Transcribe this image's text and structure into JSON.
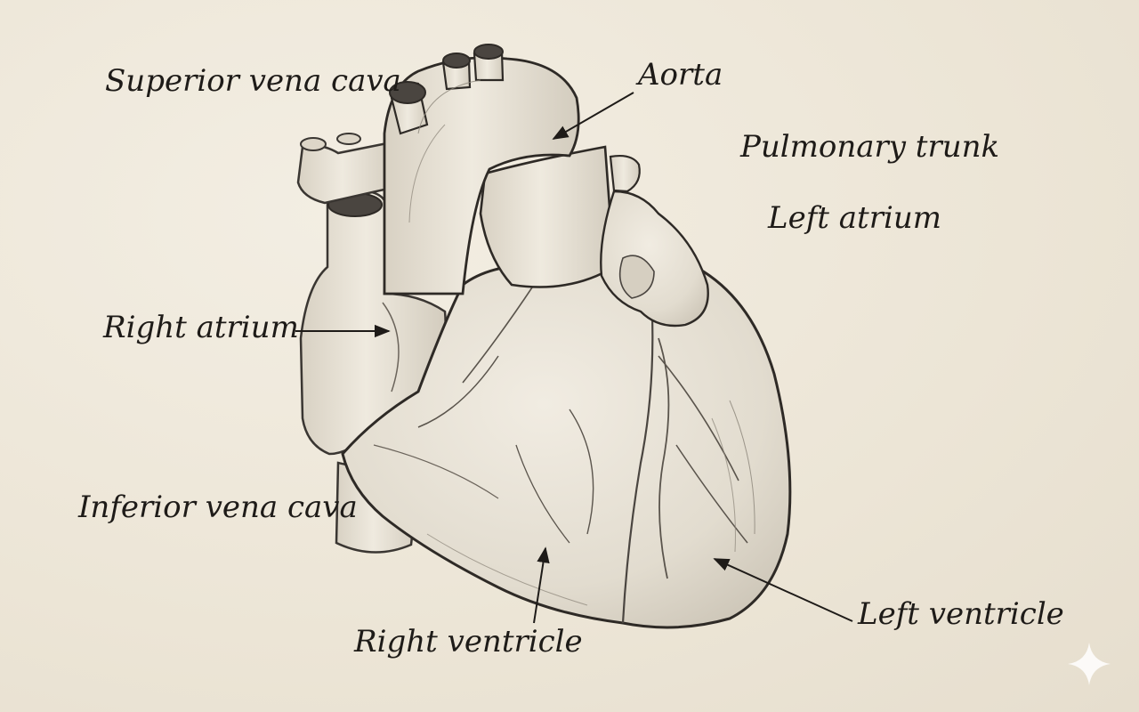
{
  "labels": {
    "superior_vena_cava": "Superior vena cava",
    "aorta": "Aorta",
    "pulmonary_trunk": "Pulmonary trunk",
    "left_atrium": "Left atrium",
    "right_atrium": "Right atrium",
    "inferior_vena_cava": "Inferior vena cava",
    "right_ventricle": "Right ventricle",
    "left_ventricle": "Left ventricle"
  },
  "colors": {
    "paper": "#efe9dc",
    "ink": "#1e1b18",
    "pencil": "#3a3632",
    "shade": "#d9d3c6"
  },
  "icons": {
    "corner_mark": "sparkle-icon"
  }
}
